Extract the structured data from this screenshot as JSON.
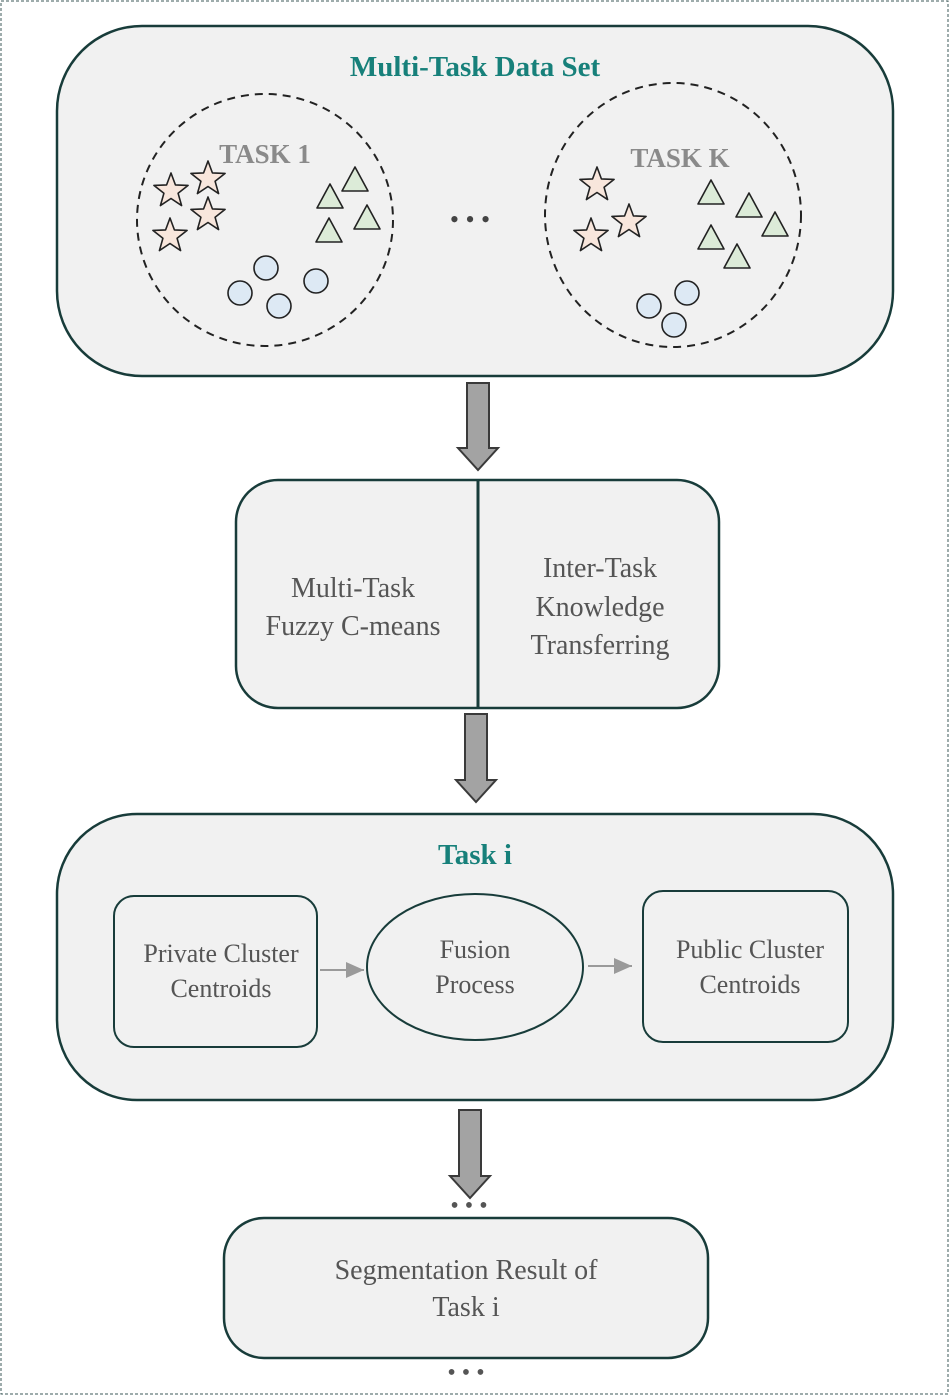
{
  "diagram": {
    "dataset_box": {
      "title": "Multi-Task Data Set",
      "task_first": "TASK 1",
      "task_last": "TASK K",
      "ellipsis": "• • •"
    },
    "method_box": {
      "left_line1": "Multi-Task",
      "left_line2": "Fuzzy C-means",
      "right_line1": "Inter-Task",
      "right_line2": "Knowledge",
      "right_line3": "Transferring"
    },
    "task_box": {
      "title": "Task i",
      "private_line1": "Private Cluster",
      "private_line2": "Centroids",
      "fusion_line1": "Fusion",
      "fusion_line2": "Process",
      "public_line1": "Public Cluster",
      "public_line2": "Centroids"
    },
    "result_box": {
      "line1": "Segmentation Result of",
      "line2": "Task i",
      "ellipsis_top": "• • •",
      "ellipsis_bottom": "• • •"
    },
    "colors": {
      "box_fill": "#f1f1f1",
      "box_stroke": "#183c3a",
      "title_teal": "#17807a",
      "star_fill": "#f8e6dc",
      "triangle_fill": "#dcebd8",
      "circle_fill": "#dde9f4",
      "arrow_fill": "#a3a3a3"
    }
  }
}
